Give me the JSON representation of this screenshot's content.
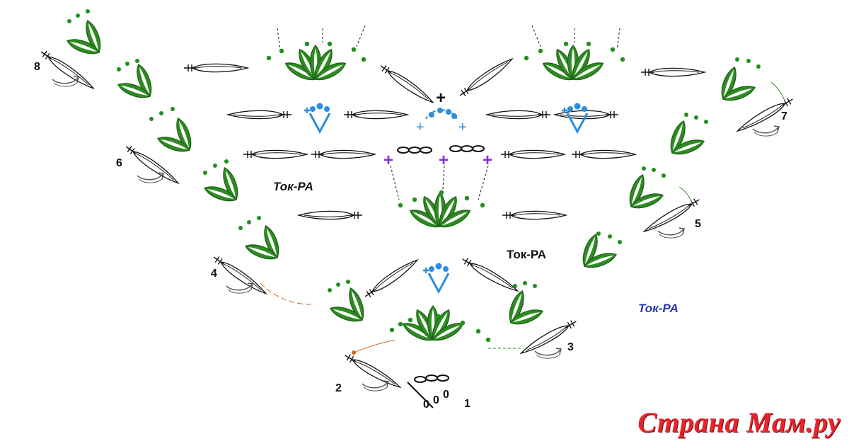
{
  "colors": {
    "leaf": "#2e8b22",
    "dot": "#1f8f1f",
    "blue": "#2a8de0",
    "purple": "#8a2be2",
    "ink": "#111111",
    "watermark": "#e8242b"
  },
  "labels": {
    "row_numbers": [
      "1",
      "2",
      "3",
      "4",
      "5",
      "6",
      "7",
      "8"
    ],
    "tok_a": "Ток-РА",
    "tok_b": "Ток-РА",
    "tok_c": "Ток-РА"
  },
  "watermark": "Страна Мам.ру",
  "icons": [
    "leaf-icon",
    "picot-dot-icon",
    "tatting-shuttle-icon",
    "turn-arrow-icon",
    "plus-join-icon",
    "chain-icon"
  ]
}
